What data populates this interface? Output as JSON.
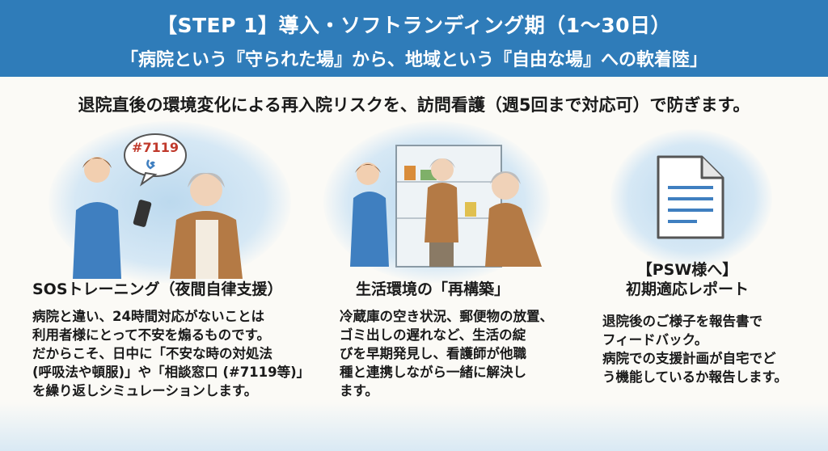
{
  "header": {
    "title": "【STEP 1】導入・ソフトランディング期（1〜30日）",
    "subtitle": "「病院という『守られた場』から、地域という『自由な場』への軟着陸」"
  },
  "lead": "退院直後の環境変化による再入院リスクを、訪問看護（週5回まで対応可）で防ぎます。",
  "columns": [
    {
      "heading": "SOSトレーニング（夜間自律支援）",
      "body": "病院と違い、24時間対応がないことは\n利用者様にとって不安を煽るものです。\nだからこそ、日中に「不安な時の対処法\n(呼吸法や頓服)」や「相談窓口 (#7119等)」\nを繰り返しシミュレーションします。",
      "bubble": "#7119"
    },
    {
      "heading": "生活環境の「再構築」",
      "body": "冷蔵庫の空き状況、郵便物の放置、\nゴミ出しの遅れなど、生活の綻\nびを早期発見し、看護師が他職\n種と連携しながら一緒に解決し\nます。"
    },
    {
      "heading_line1": "【PSW様へ】",
      "heading_line2": "初期適応レポート",
      "body": "退院後のご様子を報告書で\nフィードバック。\n病院での支援計画が自宅でど\nう機能しているか報告します。"
    }
  ],
  "colors": {
    "header": "#2f7cb9",
    "accent_red": "#c0392b",
    "nurse": "#3f7fc0"
  }
}
